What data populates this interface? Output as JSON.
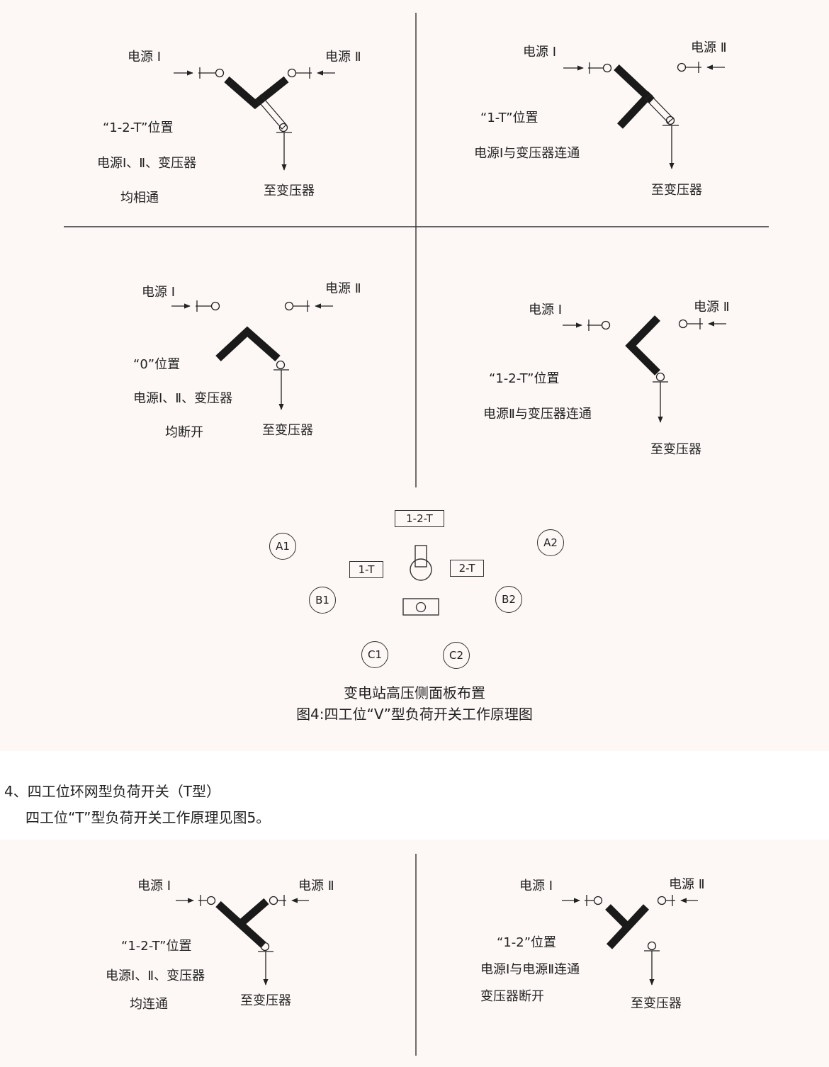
{
  "figure4": {
    "q1": {
      "power1": "电源 Ⅰ",
      "power2": "电源 Ⅱ",
      "position": "“1-2-T”位置",
      "desc1": "电源Ⅰ、Ⅱ、变压器",
      "desc2": "均相通",
      "output": "至变压器"
    },
    "q2": {
      "power1": "电源 Ⅰ",
      "power2": "电源 Ⅱ",
      "position": "“1-T”位置",
      "desc1": "电源Ⅰ与变压器连通",
      "output": "至变压器"
    },
    "q3": {
      "power1": "电源 Ⅰ",
      "power2": "电源 Ⅱ",
      "position": "“0”位置",
      "desc1": "电源Ⅰ、Ⅱ、变压器",
      "desc2": "均断开",
      "output": "至变压器"
    },
    "q4": {
      "power1": "电源 Ⅰ",
      "power2": "电源 Ⅱ",
      "position": "“1-2-T”位置",
      "desc1": "电源Ⅱ与变压器连通",
      "output": "至变压器"
    },
    "panel": {
      "box_12t": "1-2-T",
      "box_1t": "1-T",
      "box_2t": "2-T",
      "a1": "A1",
      "a2": "A2",
      "b1": "B1",
      "b2": "B2",
      "c1": "C1",
      "c2": "C2"
    },
    "caption1": "变电站高压侧面板布置",
    "caption2": "图4:四工位“V”型负荷开关工作原理图"
  },
  "section4": {
    "heading": "4、四工位环网型负荷开关（T型）",
    "body": "四工位“T”型负荷开关工作原理见图5。"
  },
  "figure5": {
    "left": {
      "power1": "电源 Ⅰ",
      "power2": "电源 Ⅱ",
      "position": "“1-2-T”位置",
      "desc1": "电源Ⅰ、Ⅱ、变压器",
      "desc2": "均连通",
      "output": "至变压器"
    },
    "right": {
      "power1": "电源 Ⅰ",
      "power2": "电源 Ⅱ",
      "position": "“1-2”位置",
      "desc1": "电源Ⅰ与电源Ⅱ连通",
      "desc2": "变压器断开",
      "output": "至变压器"
    }
  },
  "colors": {
    "panel_bg": "#fdf8f6",
    "line": "#333333",
    "blade": "#1a1a1a"
  }
}
